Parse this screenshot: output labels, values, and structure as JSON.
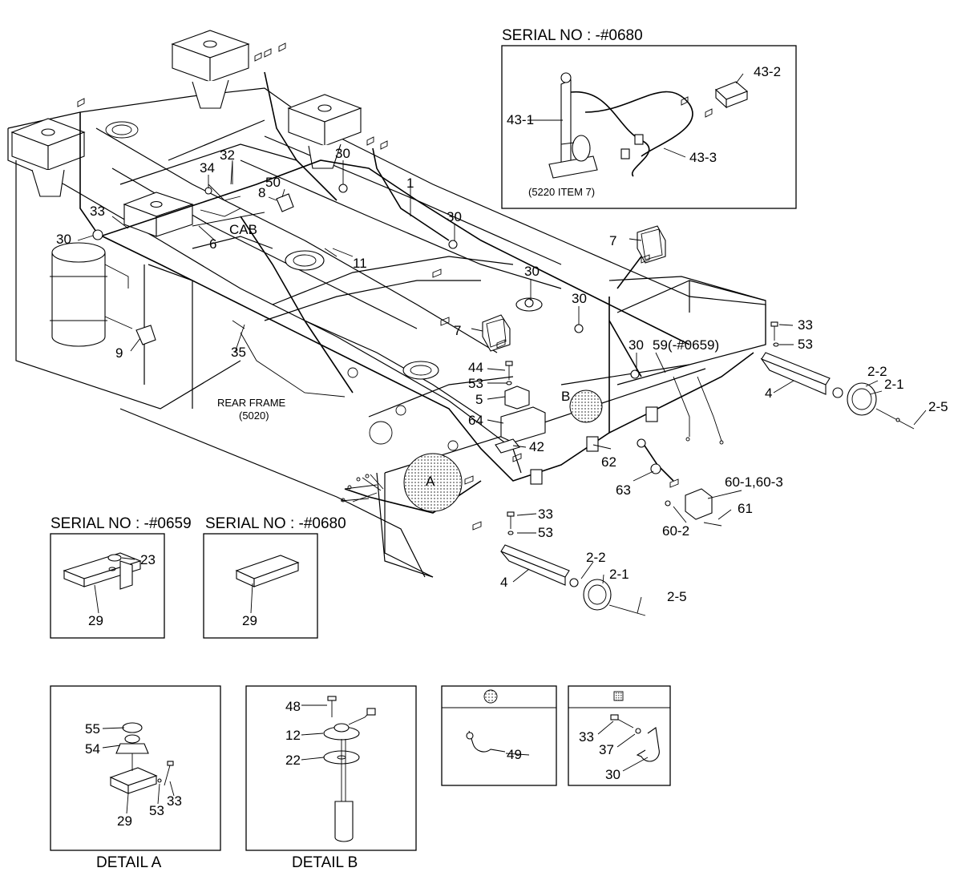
{
  "inset_serial": "SERIAL NO : -#0680",
  "inset_note": "(5220 ITEM 7)",
  "serial_659": "SERIAL NO : -#0659",
  "serial_680": "SERIAL NO : -#0680",
  "cab": "CAB",
  "rear_frame": "REAR FRAME",
  "rear_frame_code": "(5020)",
  "detail_a": "DETAIL A",
  "detail_b": "DETAIL B",
  "marker_a": "A",
  "marker_b": "B",
  "callouts": {
    "p1": "1",
    "p2_1": "2-1",
    "p2_2": "2-2",
    "p2_5": "2-5",
    "p4": "4",
    "p5": "5",
    "p6": "6",
    "p7": "7",
    "p8": "8",
    "p9": "9",
    "p11": "11",
    "p12": "12",
    "p22": "22",
    "p23": "23",
    "p29": "29",
    "p30": "30",
    "p32": "32",
    "p33": "33",
    "p34": "34",
    "p35": "35",
    "p37": "37",
    "p42": "42",
    "p43_1": "43-1",
    "p43_2": "43-2",
    "p43_3": "43-3",
    "p44": "44",
    "p48": "48",
    "p49": "49",
    "p50": "50",
    "p53": "53",
    "p54": "54",
    "p55": "55",
    "p59": "59(-#0659)",
    "p60_13": "60-1,60-3",
    "p60_2": "60-2",
    "p61": "61",
    "p62": "62",
    "p63": "63",
    "p64": "64"
  }
}
